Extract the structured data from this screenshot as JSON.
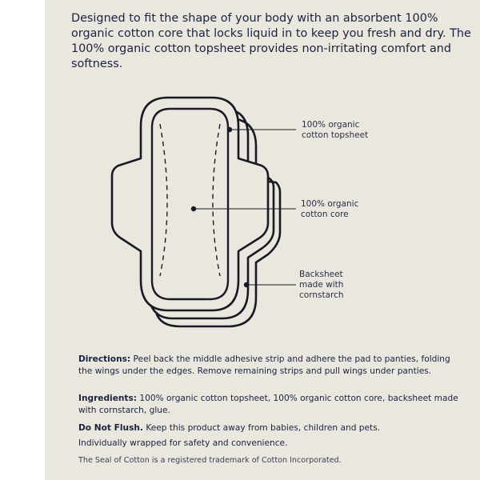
{
  "intro": "Designed to fit the shape of your body with an absorbent 100% organic cotton core that locks liquid in to keep you fresh and dry. The 100% organic cotton topsheet provides non-irritating comfort and softness.",
  "callouts": {
    "topsheet": [
      "100% organic",
      "cotton topsheet"
    ],
    "core": [
      "100% organic",
      "cotton core"
    ],
    "backsheet": [
      "Backsheet",
      "made with",
      "cornstarch"
    ]
  },
  "directions": {
    "label": "Directions:",
    "text": " Peel back the middle adhesive strip and adhere the pad to panties, folding the wings under the edges. Remove remaining strips and pull wings under panties."
  },
  "ingredients": {
    "label": "Ingredients:",
    "text": " 100% organic cotton topsheet, 100% organic cotton core, backsheet made with cornstarch, glue."
  },
  "flush": {
    "label": "Do Not Flush.",
    "text": " Keep this product away from babies, children and pets."
  },
  "wrapped": "Individually wrapped for safety and convenience.",
  "trademark": "The Seal of Cotton is a registered trademark of Cotton Incorporated.",
  "colors": {
    "background": "#e9e7de",
    "ink": "#1a2240"
  }
}
